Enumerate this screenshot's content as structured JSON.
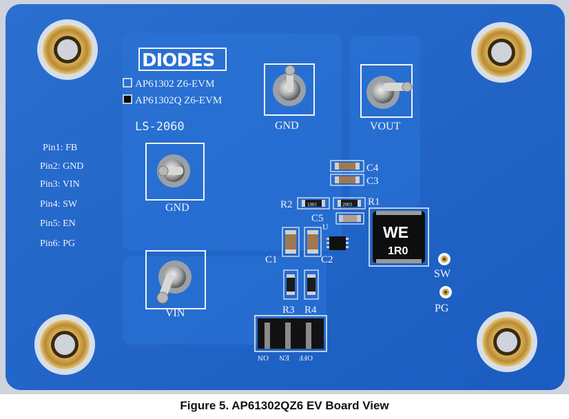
{
  "board": {
    "logo": "DIODES",
    "variant_1": "AP61302 Z6-EVM",
    "variant_2": "AP61302Q Z6-EVM",
    "serial": "LS-2060",
    "pins": [
      "Pin1: FB",
      "Pin2: GND",
      "Pin3: VIN",
      "Pin4: SW",
      "Pin5: EN",
      "Pin6: PG"
    ],
    "terminals": {
      "gnd_top": "GND",
      "vout": "VOUT",
      "gnd_left": "GND",
      "vin": "VIN"
    },
    "components": {
      "c4": "C4",
      "c3": "C3",
      "r2": "R2",
      "r1": "R1",
      "c5": "C5",
      "c1": "C1",
      "c2": "C2",
      "r3": "R3",
      "r4": "R4",
      "u": "U"
    },
    "resistor_codes": {
      "r2": "1001",
      "r1": "2003"
    },
    "inductor": {
      "brand": "WE",
      "value": "1R0"
    },
    "test_points": {
      "sw": "SW",
      "pg": "PG"
    },
    "header_labels": [
      "ON",
      "EN",
      "OFF"
    ],
    "colors": {
      "pcb": "#1f63c6",
      "pcb_dark": "#1553ad",
      "silkscreen": "#f2f4f8",
      "gold": "#c9a24a"
    }
  },
  "caption": "Figure 5. AP61302QZ6 EV Board View"
}
